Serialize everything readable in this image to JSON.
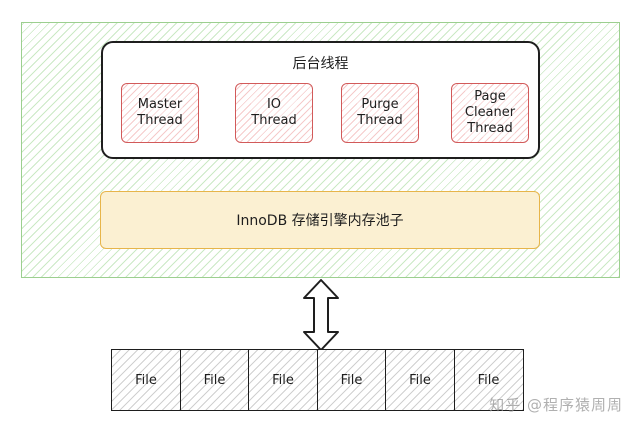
{
  "background_threads": {
    "title": "后台线程",
    "threads": [
      {
        "label": "Master\nThread"
      },
      {
        "label": "IO\nThread"
      },
      {
        "label": "Purge\nThread"
      },
      {
        "label": "Page\nCleaner\nThread"
      }
    ]
  },
  "buffer_pool": {
    "label": "InnoDB 存储引擎内存池子"
  },
  "files": [
    {
      "label": "File"
    },
    {
      "label": "File"
    },
    {
      "label": "File"
    },
    {
      "label": "File"
    },
    {
      "label": "File"
    },
    {
      "label": "File"
    }
  ],
  "watermark": "知乎 @程序猿周周",
  "colors": {
    "engine_border": "#9ccf8f",
    "thread_border": "#d25a5a",
    "buffer_pool_fill": "#fbf0d2",
    "buffer_pool_border": "#e7b54a",
    "stroke": "#1e1e1e"
  }
}
